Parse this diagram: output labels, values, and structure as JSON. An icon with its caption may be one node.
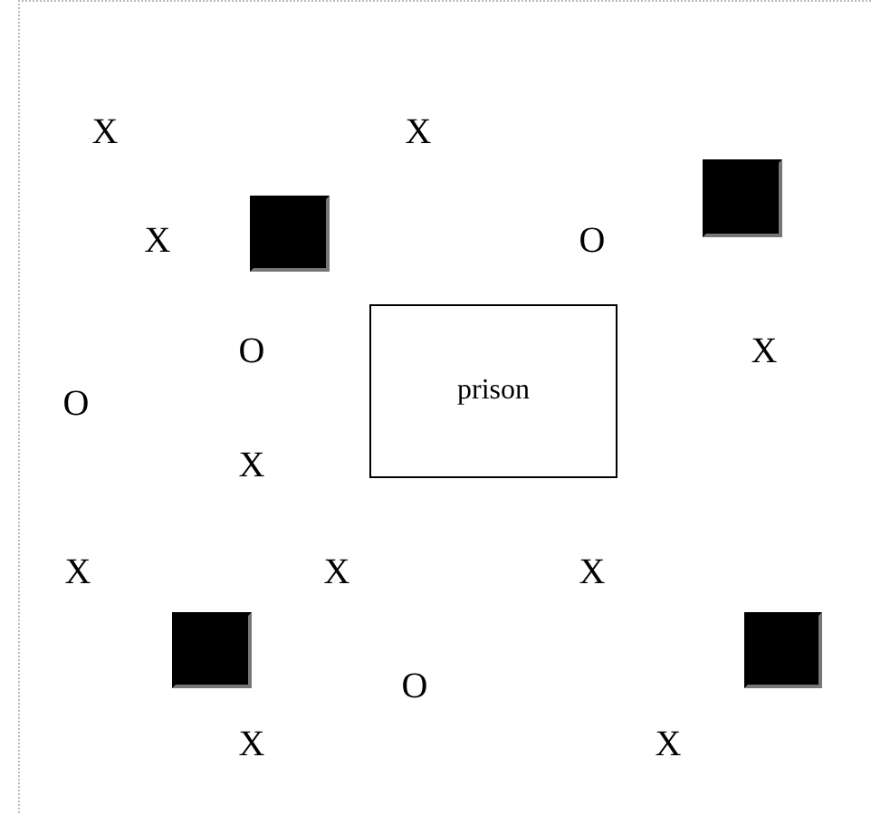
{
  "diagram": {
    "nodes": [
      {
        "text": [],
        "shape": "box"
      },
      {
        "text": [],
        "shape": "box"
      },
      {
        "text": [
          "prison"
        ]
      },
      {
        "text": [],
        "shape": "box"
      },
      {
        "text": [],
        "shape": "box"
      }
    ],
    "labels": [
      "X",
      "X",
      "X",
      "O",
      "O",
      "X",
      "O",
      "X",
      "X",
      "X",
      "X",
      "O",
      "X",
      "X"
    ]
  }
}
